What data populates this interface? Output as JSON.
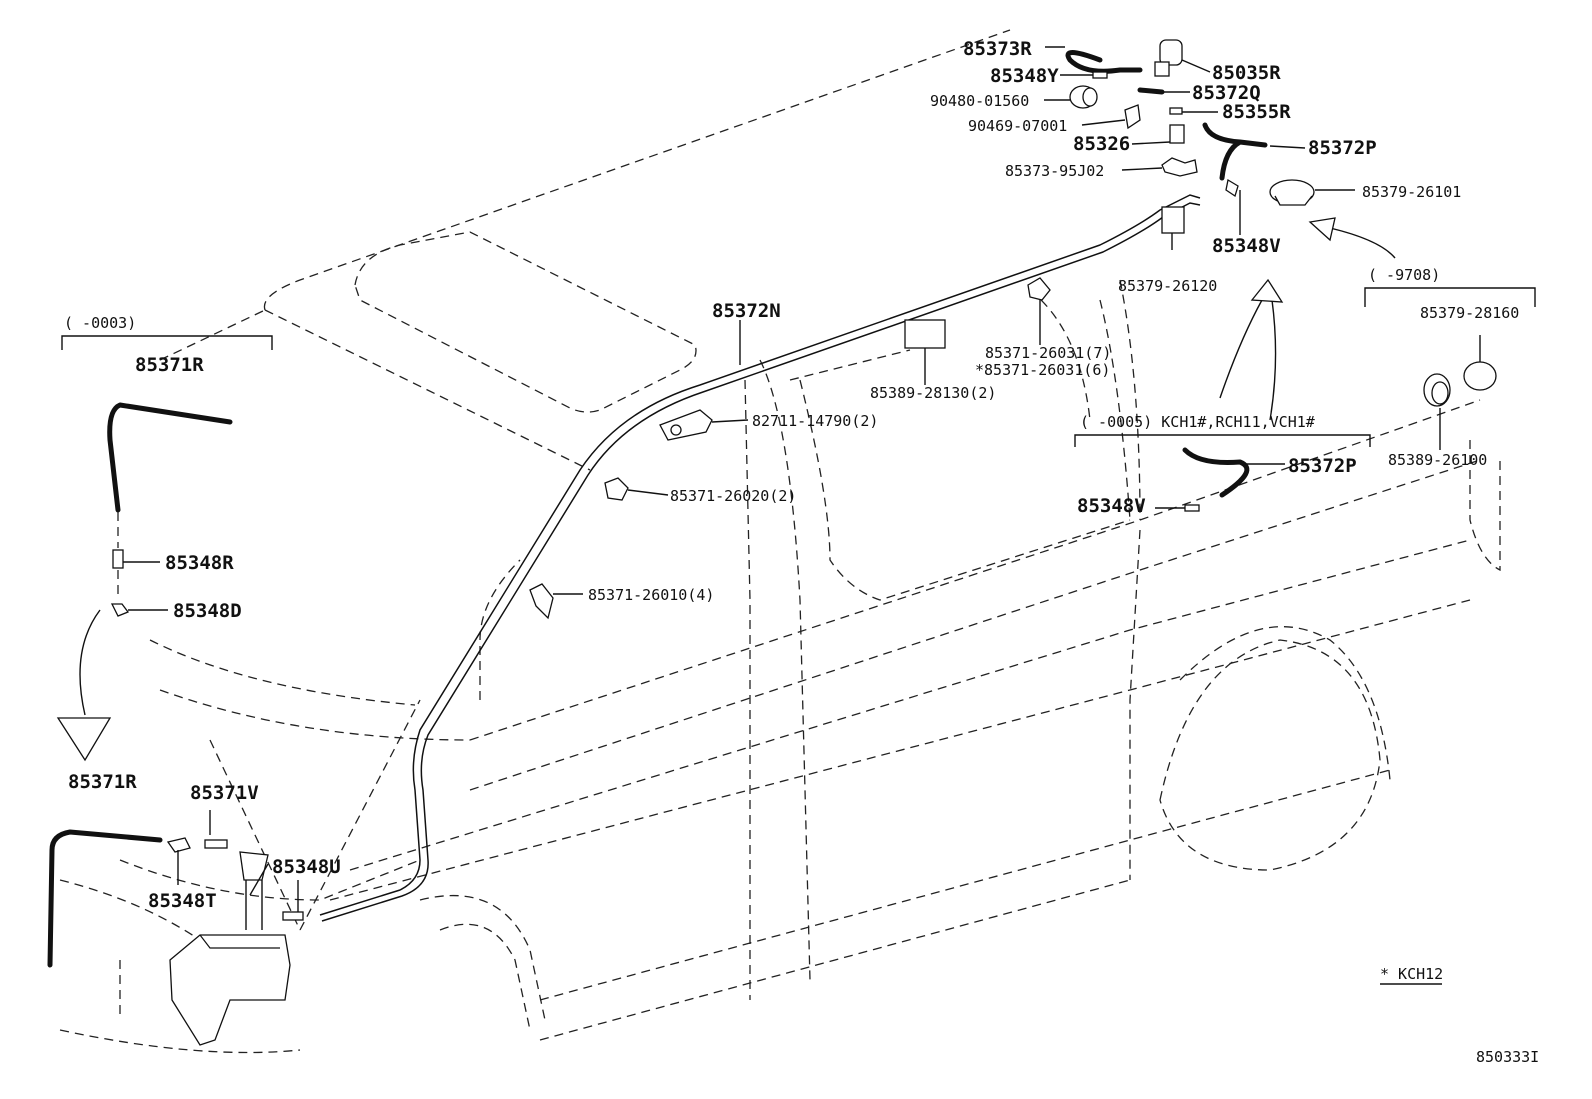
{
  "diagram_id": "850333I",
  "footnote": "* KCH12",
  "brackets": {
    "left": "(      -0003)",
    "right": "(      -9708)",
    "middle": "(      -0005) KCH1#,RCH11,VCH1#"
  },
  "labels": {
    "p85373R": "85373R",
    "p85348Y": "85348Y",
    "p85035R": "85035R",
    "p90480": "90480-01560",
    "p85372Q": "85372Q",
    "p90469": "90469-07001",
    "p85355R": "85355R",
    "p85326": "85326",
    "p85372P_top": "85372P",
    "p8537395J02": "85373-95J02",
    "p8537926101": "85379-26101",
    "p85348V_top": "85348V",
    "p8537926120": "85379-26120",
    "p85372N": "85372N",
    "p8537128160": "85379-28160",
    "p8537126031a": "85371-26031(7)",
    "p8537126031b": "*85371-26031(6)",
    "p8538928130": "85389-28130(2)",
    "p8538926100": "85389-26100",
    "p8271114790": "82711-14790(2)",
    "p85372P_mid": "85372P",
    "p8537126020": "85371-26020(2)",
    "p85348V_mid": "85348V",
    "p8537126010": "85371-26010(4)",
    "p85371R_top": "85371R",
    "p85348R": "85348R",
    "p85348D": "85348D",
    "p85371R_bot": "85371R",
    "p85371V": "85371V",
    "p85348U": "85348U",
    "p85348T": "85348T"
  }
}
